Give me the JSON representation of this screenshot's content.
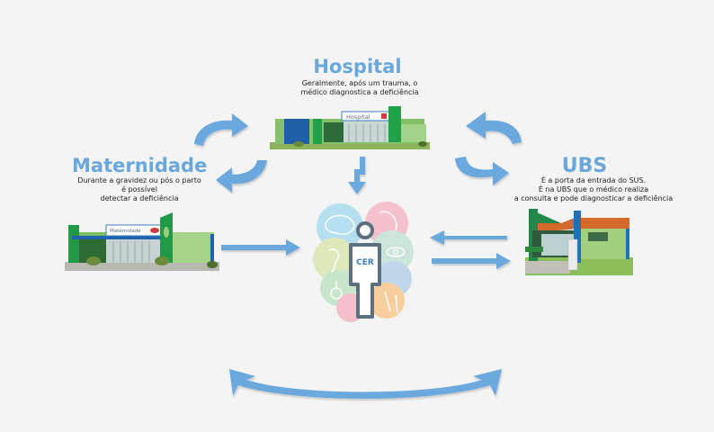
{
  "hospital": {
    "title": "Hospital",
    "desc_line1": "Geralmente, após um trauma, o",
    "desc_line2": "médico diagnostica a deficiência",
    "sign": "Hospital"
  },
  "maternidade": {
    "title": "Maternidade",
    "desc_line1": "Durante a gravidez ou pós o parto",
    "desc_line2": "é possível",
    "desc_line3": "detectar a deficiência",
    "sign": "Maternidade"
  },
  "ubs": {
    "title": "UBS",
    "desc_line1": "É a porta da entrada do SUS.",
    "desc_line2": "É na UBS que o médico realiza",
    "desc_line3": "a consulta e pode diagnosticar a deficiência"
  },
  "cer": {
    "label": "CER",
    "circles": [
      {
        "icon": "brain-icon",
        "color": "#a9dcef"
      },
      {
        "icon": "head-icon",
        "color": "#f6b9c6"
      },
      {
        "icon": "ear-icon",
        "color": "#d9e8b0"
      },
      {
        "icon": "eye-icon",
        "color": "#c5e3d7"
      },
      {
        "icon": "hands-icon",
        "color": "#b7d3ea"
      },
      {
        "icon": "wheelchair-icon",
        "color": "#bfe3c4"
      },
      {
        "icon": "elderly-icon",
        "color": "#f7c98f"
      },
      {
        "icon": "cane-icon",
        "color": "#f7b8c4"
      }
    ]
  },
  "colors": {
    "accent": "#6aa7dc",
    "arrow": "#6aa8de",
    "figure": "#5d7080"
  }
}
